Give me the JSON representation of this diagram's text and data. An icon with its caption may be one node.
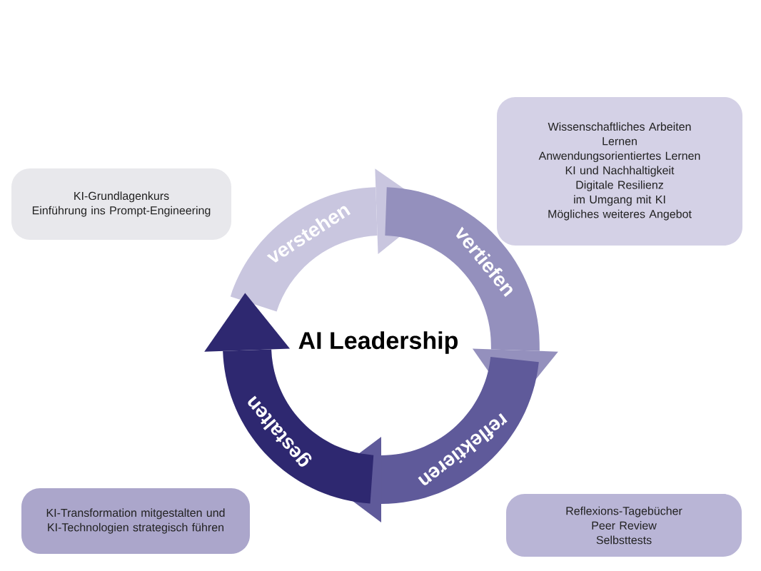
{
  "diagram": {
    "nodes": [
      {
        "text": [
          "KI-Grundlagenkurs",
          "Einführung ins Prompt-Engineering"
        ]
      },
      {
        "text": [
          "Wissenschaftliches Arbeiten",
          "Lernen",
          "Anwendungsorientiertes Lernen",
          "KI und Nachhaltigkeit",
          "Digitale Resilienz im Umgang mit KI",
          "Mögliches weiteres Angebot"
        ]
      },
      {
        "text": [
          "KI-Transformation mitgestalten und KI-Technologien strategisch führen"
        ]
      },
      {
        "text": [
          "Reflexions-Tagebücher",
          "Peer Review",
          "Selbsttests"
        ]
      },
      {
        "text": [
          "verstehen"
        ]
      },
      {
        "text": [
          "vertiefen"
        ]
      },
      {
        "text": [
          "reflektieren"
        ]
      },
      {
        "text": [
          "gestalten"
        ]
      }
    ],
    "labels": [
      "AI Leadership"
    ]
  }
}
